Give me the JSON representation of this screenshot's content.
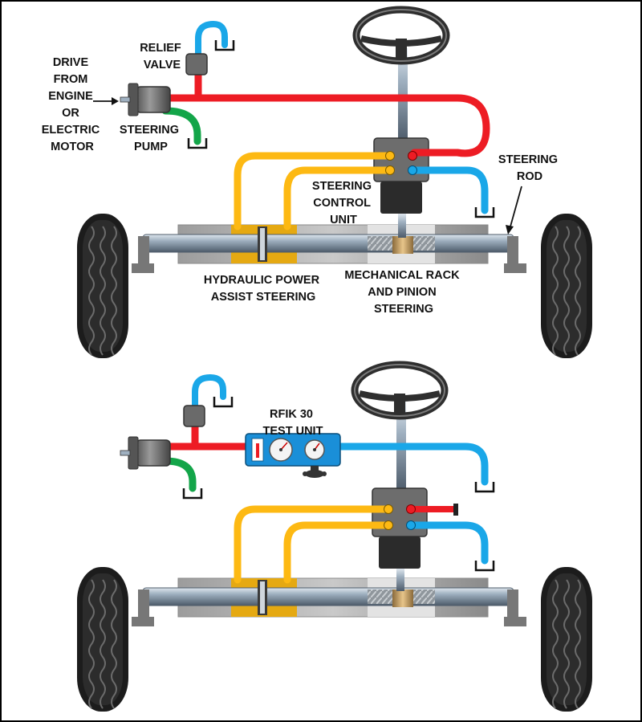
{
  "labels": {
    "drive_from": [
      "DRIVE",
      "FROM",
      "ENGINE",
      "OR",
      "ELECTRIC",
      "MOTOR"
    ],
    "relief_valve": [
      "RELIEF",
      "VALVE"
    ],
    "steering_pump": [
      "STEERING",
      "PUMP"
    ],
    "steering_control_unit": [
      "STEERING",
      "CONTROL",
      "UNIT"
    ],
    "steering_rod": [
      "STEERING",
      "ROD"
    ],
    "hydraulic_power_assist": [
      "HYDRAULIC POWER",
      "ASSIST STEERING"
    ],
    "mechanical_rack": [
      "MECHANICAL RACK",
      "AND PINION",
      "STEERING"
    ],
    "rfik_test_unit": [
      "RFIK 30",
      "TEST UNIT"
    ]
  },
  "colors": {
    "pressure_line": "#ed1c24",
    "return_line": "#1aa7e8",
    "suction_line": "#13a549",
    "cylinder_line": "#fdb913",
    "tire": "#1c1c1c",
    "housing": "#bdbdbd",
    "rod": "#7a8a9a",
    "test_unit": "#1a8fd8"
  },
  "icons": [
    "steering-wheel-icon",
    "tire-icon",
    "pump-icon",
    "valve-icon",
    "reservoir-icon",
    "gauge-icon",
    "arrow-icon"
  ]
}
